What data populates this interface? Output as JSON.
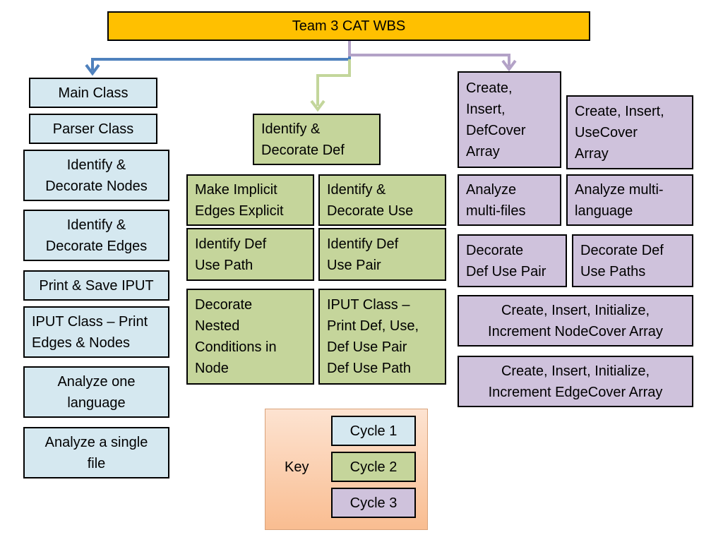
{
  "title": "Team 3 CAT WBS",
  "columns": {
    "cycle1": [
      "Main Class",
      "Parser Class",
      "Identify &\nDecorate Nodes",
      "Identify &\nDecorate Edges",
      "Print & Save IPUT",
      "IPUT Class – Print\nEdges & Nodes",
      "Analyze one\nlanguage",
      "Analyze a single\nfile"
    ],
    "cycle2": {
      "header": "Identify &\nDecorate Def",
      "items": [
        "Make Implicit\nEdges Explicit",
        "Identify &\nDecorate Use",
        "Identify Def\nUse Path",
        "Identify Def\nUse Pair",
        "Decorate\nNested\nConditions in\nNode",
        "IPUT Class –\nPrint Def, Use,\nDef Use Pair\nDef Use Path"
      ]
    },
    "cycle3": [
      "Create,\nInsert,\nDefCover\nArray",
      "Create, Insert,\nUseCover\nArray",
      "Analyze\nmulti-files",
      "Analyze multi-\nlanguage",
      "Decorate\nDef Use Pair",
      "Decorate Def\nUse Paths",
      "Create, Insert, Initialize,\nIncrement NodeCover Array",
      "Create, Insert, Initialize,\nIncrement EdgeCover Array"
    ]
  },
  "key": {
    "label": "Key",
    "cycles": [
      "Cycle 1",
      "Cycle 2",
      "Cycle 3"
    ]
  },
  "colors": {
    "title": "#ffc000",
    "cycle1": "#d5e8f0",
    "cycle2": "#c5d59b",
    "cycle3": "#cfc2dc",
    "connector_cycle1": "#4f81bd",
    "connector_cycle2": "#c3d69b",
    "connector_cycle3": "#b3a2c7"
  }
}
